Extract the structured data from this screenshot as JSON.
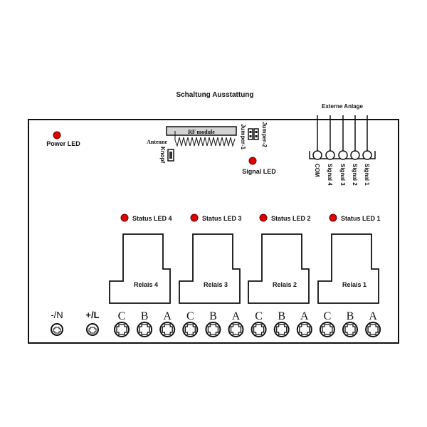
{
  "title": "Schaltung Ausstattung",
  "external": {
    "label": "Externe Anlage",
    "terminals": [
      "COM",
      "Signal 4",
      "Signal 3",
      "Signal 2",
      "Signal 1"
    ]
  },
  "power_led": {
    "label": "Power LED",
    "color": "#e00000"
  },
  "rf_module": {
    "label": "RF module",
    "antenna_label": "Antenne"
  },
  "knopf": {
    "label": "Knopf"
  },
  "jumpers": [
    {
      "label": "Jumper-1"
    },
    {
      "label": "Jumper-2"
    }
  ],
  "signal_led": {
    "label": "Signal LED",
    "color": "#e00000"
  },
  "status_leds": [
    {
      "label": "Status LED 4"
    },
    {
      "label": "Status LED 3"
    },
    {
      "label": "Status LED 2"
    },
    {
      "label": "Status LED 1"
    }
  ],
  "relays": [
    {
      "label": "Relais 4"
    },
    {
      "label": "Relais 3"
    },
    {
      "label": "Relais 2"
    },
    {
      "label": "Relais 1"
    }
  ],
  "power_terminals": [
    {
      "label": "-/N"
    },
    {
      "label": "+/L"
    }
  ],
  "relay_terminals": [
    "C",
    "B",
    "A",
    "C",
    "B",
    "A",
    "C",
    "B",
    "A",
    "C",
    "B",
    "A"
  ],
  "colors": {
    "led": "#e00000",
    "rf_module_fill": "#d4d4d4",
    "line": "#111111"
  }
}
